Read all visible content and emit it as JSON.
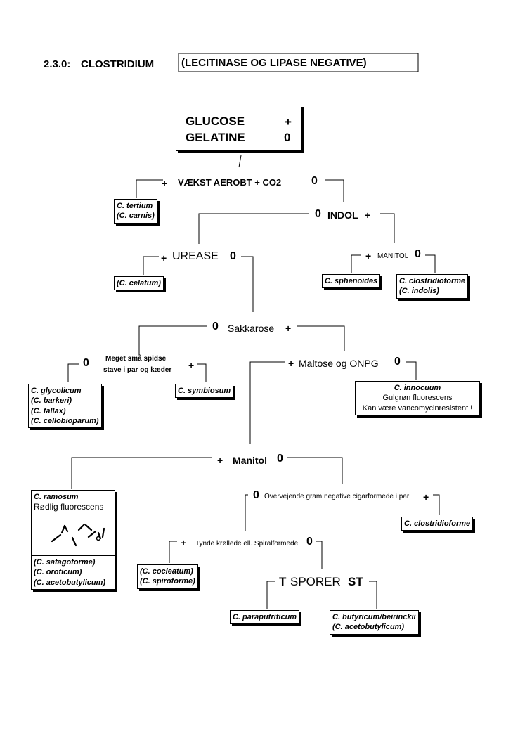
{
  "header": {
    "number": "2.3.0:",
    "genus": "CLOSTRIDIUM",
    "subtitle": "(LECITINASE OG LIPASE NEGATIVE)"
  },
  "root": {
    "glucose_label": "GLUCOSE",
    "glucose_value": "+",
    "gelatine_label": "GELATINE",
    "gelatine_value": "0"
  },
  "vaekst": {
    "plus": "+",
    "label": "VÆKST AEROBT + CO2",
    "zero": "0"
  },
  "tertium_box": {
    "line1": "C. tertium",
    "line2": "(C. carnis)"
  },
  "indol": {
    "zero": "0",
    "label": "INDOL",
    "plus": "+"
  },
  "urease": {
    "plus": "+",
    "label": "UREASE",
    "zero": "0"
  },
  "celatum_box": {
    "line1": "(C. celatum)"
  },
  "manitol_small": {
    "plus": "+",
    "label": "MANITOL",
    "zero": "0"
  },
  "sphenoides_box": {
    "line1": "C. sphenoides"
  },
  "clostridioforme_indolis_box": {
    "line1": "C. clostridioforme",
    "line2": "(C. indolis)"
  },
  "sakkarose": {
    "zero": "0",
    "label": "Sakkarose",
    "plus": "+"
  },
  "spidse": {
    "zero": "0",
    "line1": "Meget små spidse",
    "line2": "stave i par og kæder",
    "plus": "+"
  },
  "glycolicum_box": {
    "lines": [
      "C. glycolicum",
      "(C. barkeri)",
      "(C. fallax)",
      "(C. cellobioparum)"
    ]
  },
  "symbiosum_box": {
    "line1": "C. symbiosum"
  },
  "maltose": {
    "plus": "+",
    "label": "Maltose og ONPG",
    "zero": "0"
  },
  "innocuum_box": {
    "line1": "C. innocuum",
    "line2": "Gulgrøn fluorescens",
    "line3": "Kan være vancomycinresistent !"
  },
  "manitol_main": {
    "plus": "+",
    "label": "Manitol",
    "zero": "0"
  },
  "ramosum_box": {
    "line1": "C. ramosum",
    "line2": "Rødlig fluorescens",
    "lines_bottom": [
      "(C. satagoforme)",
      "(C. oroticum)",
      "(C. acetobutylicum)"
    ]
  },
  "cigar": {
    "zero": "0",
    "label": "Overvejende gram negative cigarformede i par",
    "plus": "+"
  },
  "clostridioforme_box": {
    "line1": "C. clostridioforme"
  },
  "spiral": {
    "plus": "+",
    "label": "Tynde krøllede ell. Spiralformede",
    "zero": "0"
  },
  "cocleatum_box": {
    "line1": "(C. cocleatum)",
    "line2": "(C. spiroforme)"
  },
  "sporer": {
    "left": "T",
    "label": "SPORER",
    "right": "ST"
  },
  "paraputrificum_box": {
    "line1": "C. paraputrificum"
  },
  "butyricum_box": {
    "line1": "C. butyricum/beirinckii",
    "line2": "(C. acetobutylicum)"
  }
}
